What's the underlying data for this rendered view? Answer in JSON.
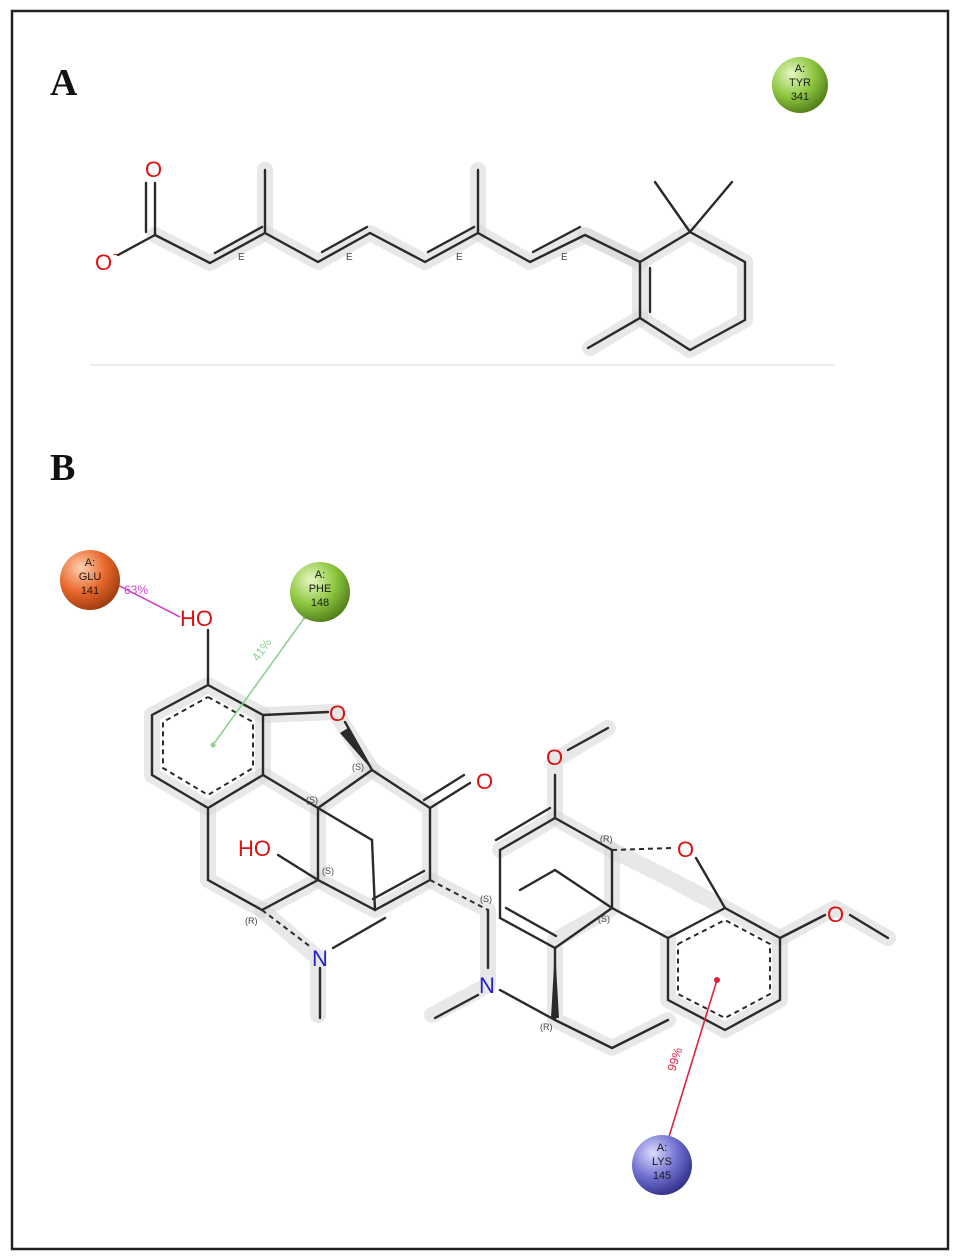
{
  "panels": [
    {
      "label": "A"
    },
    {
      "label": "B"
    }
  ],
  "residues": [
    {
      "chain": "A:",
      "name": "TYR",
      "number": "341",
      "color": "#8cc63e",
      "color_dark": "#4f7a19"
    },
    {
      "chain": "A:",
      "name": "GLU",
      "number": "141",
      "color": "#e8662a",
      "color_dark": "#9a3a10"
    },
    {
      "chain": "A:",
      "name": "PHE",
      "number": "148",
      "color": "#8cc63e",
      "color_dark": "#4f7a19"
    },
    {
      "chain": "A:",
      "name": "LYS",
      "number": "145",
      "color": "#6f6fd0",
      "color_dark": "#2f2f86"
    }
  ],
  "interactions": [
    {
      "value": "63%",
      "color": "#cc44cc"
    },
    {
      "value": "41%",
      "color": "#8fd08f"
    },
    {
      "value": "99%",
      "color": "#dd2244"
    }
  ],
  "atoms_a": {
    "o1": "O",
    "o2": "O",
    "charge": "-",
    "e1": "E",
    "e2": "E",
    "e3": "E",
    "e4": "E"
  },
  "atoms_b": {
    "ho_top": "HO",
    "o_furan_left": "O",
    "o_ketone": "O",
    "ho_mid": "HO",
    "n_left": "N",
    "n_right": "N",
    "o_methoxy_top": "O",
    "o_furan_right": "O",
    "o_methoxy_right": "O",
    "s1": "(S)",
    "s2": "(S)",
    "s3": "(S)",
    "s4": "(S)",
    "s5": "(S)",
    "r1": "(R)",
    "r2": "(R)",
    "r3": "(R)"
  },
  "colors": {
    "oxygen": "#dd1111",
    "nitrogen": "#2222cc",
    "bond": "#2a2a2a",
    "frame": "#222222"
  }
}
